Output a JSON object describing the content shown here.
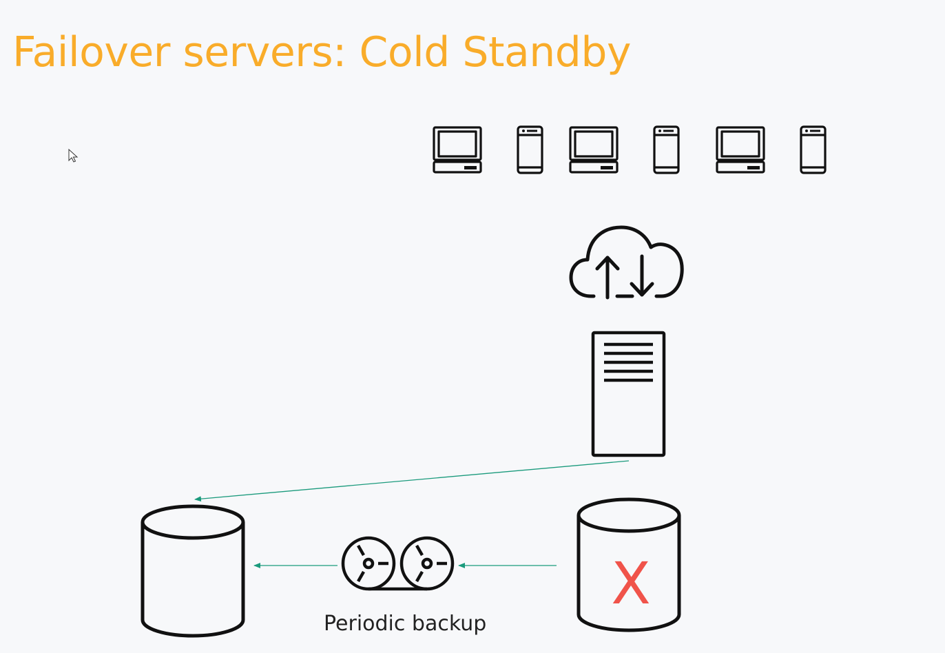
{
  "slide": {
    "title": "Failover servers: Cold Standby",
    "title_color": "#f9ac2a"
  },
  "diagram": {
    "caption": "Periodic backup",
    "failure_mark": "X",
    "failure_color": "#f0534a",
    "arrow_color": "#1a9a7c",
    "icon_color": "#111111",
    "clients": [
      {
        "icon": "laptop-icon"
      },
      {
        "icon": "phone-icon"
      },
      {
        "icon": "laptop-icon"
      },
      {
        "icon": "phone-icon"
      },
      {
        "icon": "laptop-icon"
      },
      {
        "icon": "phone-icon"
      }
    ],
    "nodes": [
      "cloud-icon",
      "server-icon",
      "standby-database-icon",
      "tape-backup-icon",
      "primary-database-icon"
    ],
    "edges": [
      {
        "from": "server-icon",
        "to": "standby-database-icon"
      },
      {
        "from": "primary-database-icon",
        "to": "tape-backup-icon"
      },
      {
        "from": "tape-backup-icon",
        "to": "standby-database-icon"
      }
    ]
  }
}
